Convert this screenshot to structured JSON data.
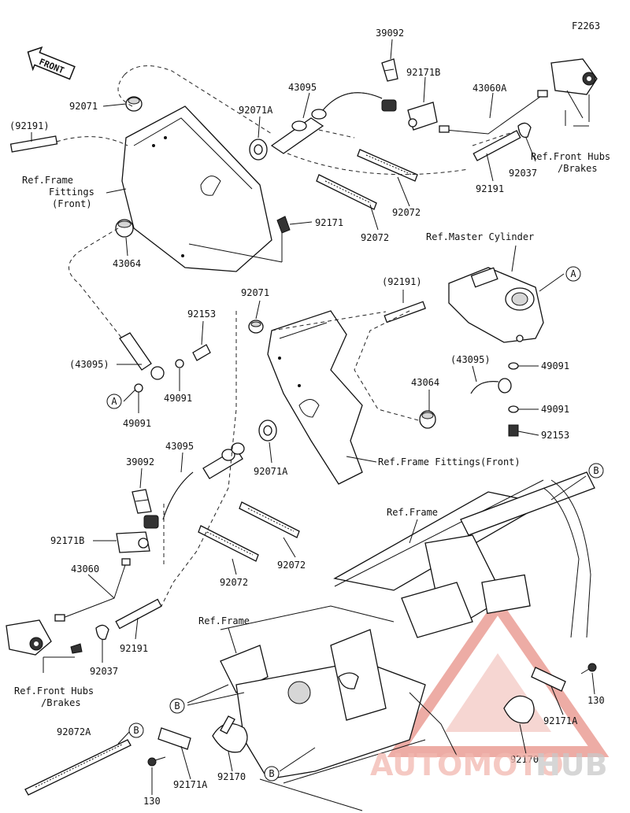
{
  "figure_code": "F2263",
  "front_label": "FRONT",
  "callouts": {
    "p39092_top": "39092",
    "p92171B_top": "92171B",
    "p43060A": "43060A",
    "p43095_top": "43095",
    "p92071_top": "92071",
    "p92071A_top": "92071A",
    "p92191_paren_top": "(92191)",
    "ref_frame_fittings_front_top": "Ref.Frame\nFittings\n(Front)",
    "ref_front_hubs_top": "Ref.Front Hubs\n/Brakes",
    "p92037_top": "92037",
    "p92191_top": "92191",
    "p92072_a": "92072",
    "p92072_b": "92072",
    "p92171": "92171",
    "p43064_top": "43064",
    "ref_master_cylinder": "Ref.Master Cylinder",
    "circle_A_top": "A",
    "p92191_paren_mid": "(92191)",
    "p92071_mid": "92071",
    "p92153_left": "92153",
    "p43095_paren_left": "(43095)",
    "p49091_left_a": "49091",
    "circle_A_left": "A",
    "p49091_left_b": "49091",
    "p43095_paren_right": "(43095)",
    "p43064_mid": "43064",
    "p49091_right_a": "49091",
    "p49091_right_b": "49091",
    "p92153_right": "92153",
    "ref_frame_fittings_front_mid": "Ref.Frame Fittings(Front)",
    "p39092_mid": "39092",
    "p43095_mid": "43095",
    "p92071A_mid": "92071A",
    "circle_B_top": "B",
    "ref_frame_top": "Ref.Frame",
    "p92171B_mid": "92171B",
    "p92072_c": "92072",
    "p92072_d": "92072",
    "p43060": "43060",
    "p92191_bottom": "92191",
    "ref_frame_bottom": "Ref.Frame",
    "p92037_bottom": "92037",
    "ref_front_hubs_bottom": "Ref.Front Hubs\n/Brakes",
    "circle_B_left": "B",
    "p92072A": "92072A",
    "circle_B_bottom_left": "B",
    "p130_left": "130",
    "p92171A_left": "92171A",
    "p92170_left": "92170",
    "circle_B_bottom": "B",
    "p130_right": "130",
    "p92171A_right": "92171A",
    "p92170_right": "92170"
  },
  "watermark": {
    "text_a": "AUTOMOTO",
    "text_b": "HUB",
    "color_a": "#f2b8b0",
    "color_b": "#c9c9c9",
    "triangle_color": "#e06a5c"
  }
}
